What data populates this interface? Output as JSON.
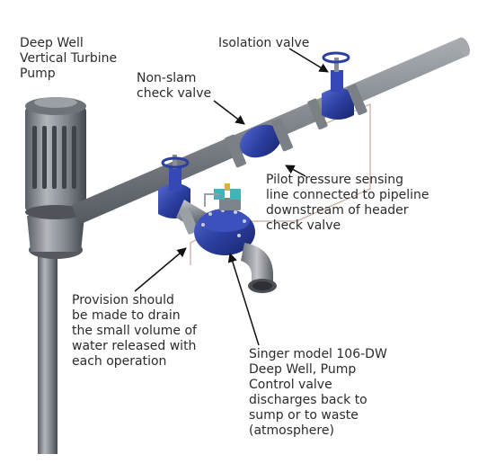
{
  "labels": {
    "pump": "Deep Well\nVertical Turbine\nPump",
    "isolation_valve": "Isolation valve",
    "non_slam": "Non-slam\ncheck valve",
    "pilot": "Pilot pressure sensing\nline connected to pipeline\ndownstream of header\ncheck valve",
    "drain": "Provision should\nbe made to drain\nthe small volume of\nwater released with\neach operation",
    "singer": "Singer model 106-DW\nDeep Well, Pump\nControl valve\ndischarges back to\nsump or to waste\n(atmosphere)"
  },
  "colors": {
    "pipe": "#8f949b",
    "valve_blue": "#2b3fa0",
    "text": "#2b2b2b"
  }
}
